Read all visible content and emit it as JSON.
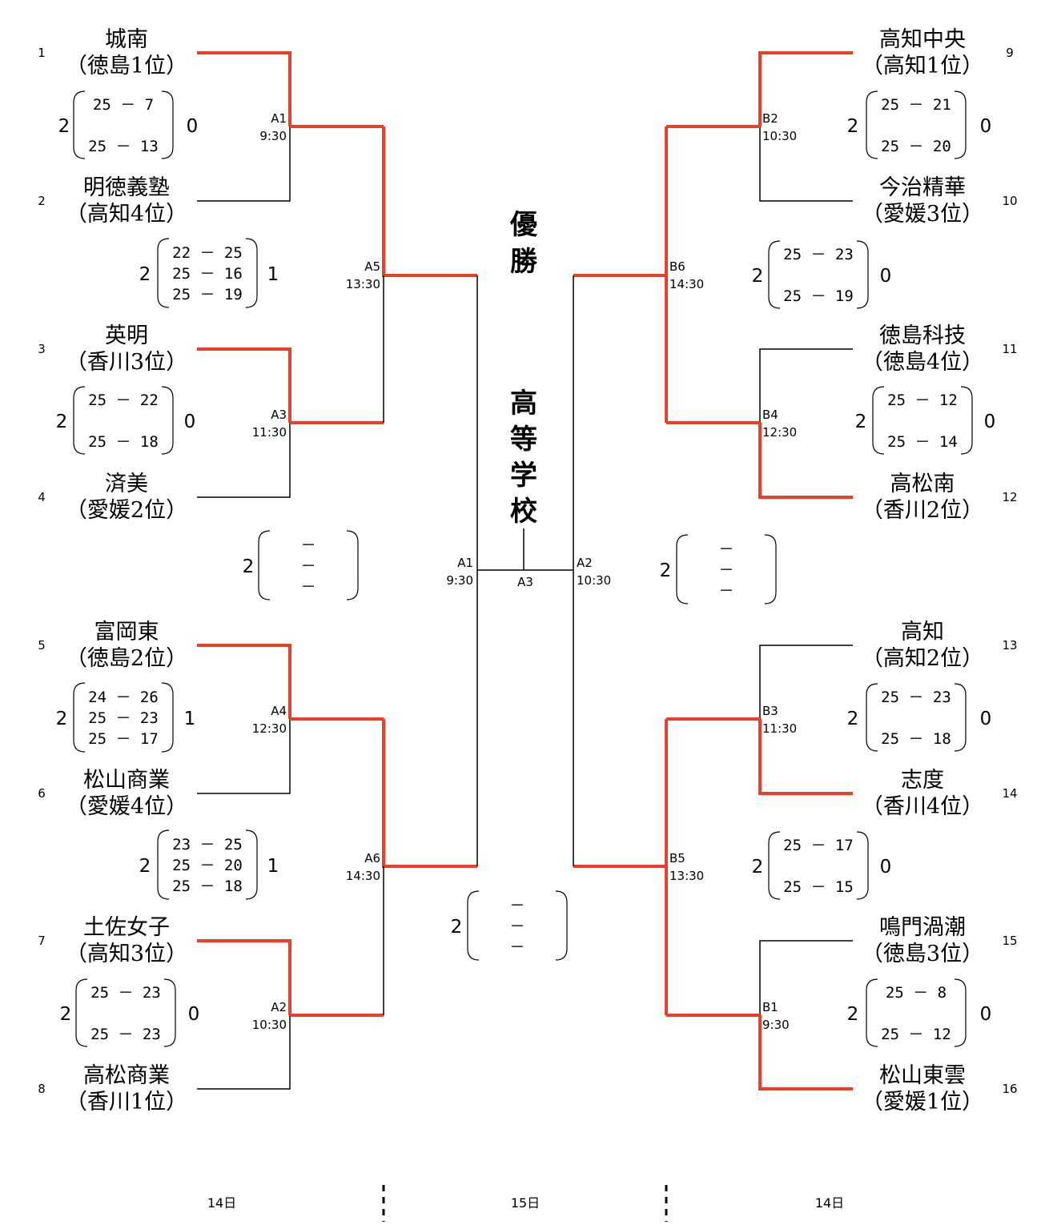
{
  "teams": [
    {
      "seed": "1",
      "name": "城南",
      "pref": "（徳島1位）"
    },
    {
      "seed": "2",
      "name": "明徳義塾",
      "pref": "（高知4位）"
    },
    {
      "seed": "3",
      "name": "英明",
      "pref": "（香川3位）"
    },
    {
      "seed": "4",
      "name": "済美",
      "pref": "（愛媛2位）"
    },
    {
      "seed": "5",
      "name": "富岡東",
      "pref": "（徳島2位）"
    },
    {
      "seed": "6",
      "name": "松山商業",
      "pref": "（愛媛4位）"
    },
    {
      "seed": "7",
      "name": "土佐女子",
      "pref": "（高知3位）"
    },
    {
      "seed": "8",
      "name": "高松商業",
      "pref": "（香川1位）"
    },
    {
      "seed": "9",
      "name": "高知中央",
      "pref": "（高知1位）"
    },
    {
      "seed": "10",
      "name": "今治精華",
      "pref": "（愛媛3位）"
    },
    {
      "seed": "11",
      "name": "徳島科技",
      "pref": "（徳島4位）"
    },
    {
      "seed": "12",
      "name": "高松南",
      "pref": "（香川2位）"
    },
    {
      "seed": "13",
      "name": "高知",
      "pref": "（高知2位）"
    },
    {
      "seed": "14",
      "name": "志度",
      "pref": "（香川4位）"
    },
    {
      "seed": "15",
      "name": "鳴門渦潮",
      "pref": "（徳島3位）"
    },
    {
      "seed": "16",
      "name": "松山東雲",
      "pref": "（愛媛1位）"
    }
  ],
  "matches": [
    {
      "id": "A1",
      "time": "9:30",
      "sets_left": "2",
      "sets_right": "0",
      "scores": [
        "25 － 7",
        "25 － 13"
      ]
    },
    {
      "id": "A3",
      "time": "11:30",
      "sets_left": "2",
      "sets_right": "0",
      "scores": [
        "25 － 22",
        "25 － 18"
      ]
    },
    {
      "id": "A4",
      "time": "12:30",
      "sets_left": "2",
      "sets_right": "1",
      "scores": [
        "24 － 26",
        "25 － 23",
        "25 － 17"
      ]
    },
    {
      "id": "A2",
      "time": "10:30",
      "sets_left": "2",
      "sets_right": "0",
      "scores": [
        "25 － 23",
        "25 － 23"
      ]
    },
    {
      "id": "A5",
      "time": "13:30",
      "sets_left": "2",
      "sets_right": "1",
      "scores": [
        "22 － 25",
        "25 － 16",
        "25 － 19"
      ]
    },
    {
      "id": "A6",
      "time": "14:30",
      "sets_left": "2",
      "sets_right": "1",
      "scores": [
        "23 － 25",
        "25 － 20",
        "25 － 18"
      ]
    },
    {
      "id": "B2",
      "time": "10:30",
      "sets_left": "2",
      "sets_right": "0",
      "scores": [
        "25 － 21",
        "25 － 20"
      ]
    },
    {
      "id": "B4",
      "time": "12:30",
      "sets_left": "2",
      "sets_right": "0",
      "scores": [
        "25 － 12",
        "25 － 14"
      ]
    },
    {
      "id": "B3",
      "time": "11:30",
      "sets_left": "2",
      "sets_right": "0",
      "scores": [
        "25 － 23",
        "25 － 18"
      ]
    },
    {
      "id": "B1",
      "time": "9:30",
      "sets_left": "2",
      "sets_right": "0",
      "scores": [
        "25 － 8",
        "25 － 12"
      ]
    },
    {
      "id": "B6",
      "time": "14:30",
      "sets_left": "2",
      "sets_right": "0",
      "scores": [
        "25 － 23",
        "25 － 19"
      ]
    },
    {
      "id": "B5",
      "time": "13:30",
      "sets_left": "2",
      "sets_right": "0",
      "scores": [
        "25 － 17",
        "25 － 15"
      ]
    }
  ],
  "empty_boxes": [
    {
      "sets": "2",
      "scores": [
        "－",
        "－",
        "－"
      ]
    },
    {
      "sets": "2",
      "scores": [
        "－",
        "－",
        "－"
      ]
    },
    {
      "sets": "2",
      "scores": [
        "－",
        "－",
        "－"
      ]
    }
  ],
  "final": {
    "champion_label": [
      "優",
      "勝"
    ],
    "school_label": [
      "高",
      "等",
      "学",
      "校"
    ],
    "left": {
      "id": "A1",
      "time": "9:30"
    },
    "right": {
      "id": "A2",
      "time": "10:30"
    },
    "third": {
      "id": "A3"
    }
  },
  "days": [
    "14日",
    "15日",
    "14日"
  ],
  "colors": {
    "winner_line": "#e8412a",
    "line": "#000000"
  }
}
